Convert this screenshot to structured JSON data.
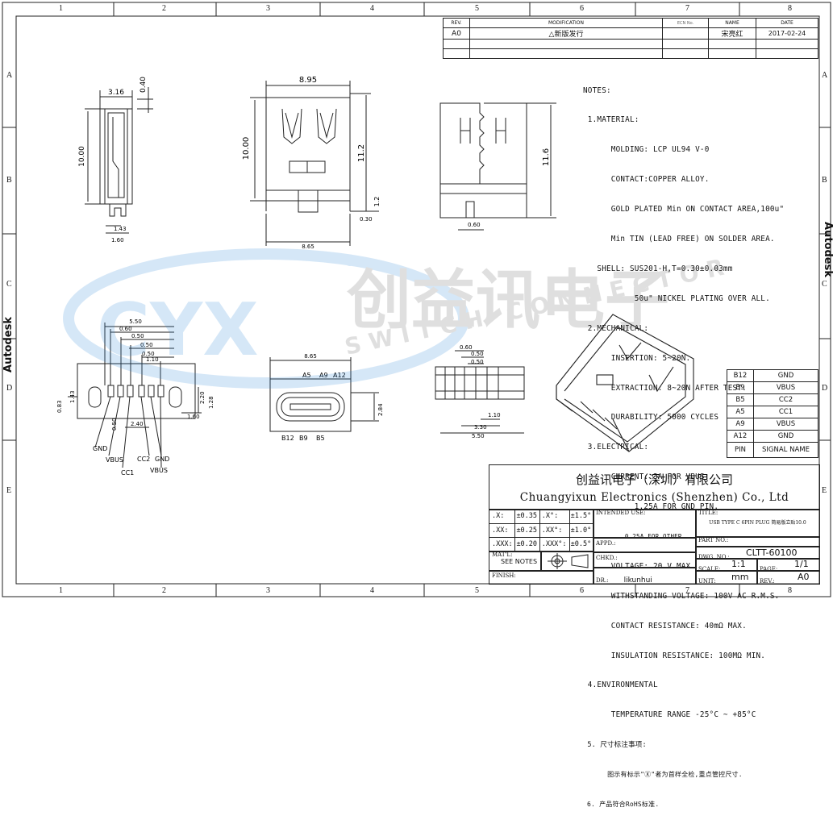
{
  "app": {
    "brand": "Autodesk"
  },
  "zones": {
    "columns": [
      "1",
      "2",
      "3",
      "4",
      "5",
      "6",
      "7",
      "8"
    ],
    "rows": [
      "A",
      "B",
      "C",
      "D",
      "E"
    ]
  },
  "revision": {
    "headers": [
      "REV.",
      "MODIFICATION",
      "ECN No.",
      "NAME",
      "DATE"
    ],
    "row": [
      "A0",
      "△新版发行",
      "",
      "宋亮红",
      "2017-02-24"
    ]
  },
  "notes": [
    "NOTES:",
    " 1.MATERIAL:",
    "      MOLDING: LCP UL94 V-0",
    "      CONTACT:COPPER ALLOY.",
    "      GOLD PLATED Min ON CONTACT AREA,100u\"",
    "      Min TIN (LEAD FREE) ON SOLDER AREA.",
    "   SHELL: SUS201-H,T=0.30±0.03mm",
    "           50u\" NICKEL PLATING OVER ALL.",
    " 2.MECHANICAL:",
    "      INSERTION: 5~20N.",
    "      EXTRACTION: 8~20N AFTER TEST.",
    "      DURABILITY: 5000 CYCLES",
    " 3.ELECTRICAL:",
    "      CURRENT: 3A FOR VBUS;",
    "           1.25A FOR GND PIN.",
    "           0.25A FOR OTHER.",
    "      VOLTAGE: 20 V MAX",
    "      WITHSTANDING VOLTAGE: 100V AC R.M.S.",
    "      CONTACT RESISTANCE: 40mΩ MAX.",
    "      INSULATION RESISTANCE: 100MΩ MIN.",
    " 4.ENVIRONMENTAL",
    "      TEMPERATURE RANGE -25°C ~ +85°C",
    " 5. 尺寸标注事项:",
    "      图示有标示\"Ⓧ\"者为首样全检,重点管控尺寸.",
    " 6. 产品符合RoHS标准."
  ],
  "pin_table": {
    "rows": [
      [
        "B12",
        "GND"
      ],
      [
        "B9",
        "VBUS"
      ],
      [
        "B5",
        "CC2"
      ],
      [
        "A5",
        "CC1"
      ],
      [
        "A9",
        "VBUS"
      ],
      [
        "A12",
        "GND"
      ]
    ],
    "header": [
      "PIN",
      "SIGNAL NAME"
    ]
  },
  "title_block": {
    "company_cn": "创益讯电子（深圳）有限公司",
    "company_en": "Chuangyixun Electronics (Shenzhen) Co., Ltd",
    "tolerances": [
      [
        ".X:",
        "±0.35",
        ".X°:",
        "±1.5°"
      ],
      [
        ".XX:",
        "±0.25",
        ".XX°:",
        "±1.0°"
      ],
      [
        ".XXX:",
        "±0.20",
        ".XXX°:",
        "±0.5°"
      ]
    ],
    "intended_use_label": "INTENDED USE:",
    "title_label": "TITLE:",
    "title_value": "USB TYPE C 6PIN PLUG 简易版立贴10.0",
    "mat_label": "MAT'L:",
    "mat_value": "SEE NOTES",
    "appd_label": "APPD.:",
    "chkd_label": "CHKD.:",
    "dr_label": "DR.:",
    "dr_value": "likunhui",
    "finish_label": "FINISH:",
    "part_no_label": "PART NO.:",
    "dwg_no_label": "DWG. NO.:",
    "dwg_no": "CLTT-60100",
    "scale_label": "SCALE:",
    "scale": "1:1",
    "page_label": "PAGE:",
    "page": "1/1",
    "unit_label": "UNIT:",
    "unit": "mm",
    "rev_label": "REV.:",
    "rev": "A0"
  },
  "dims": {
    "v1_w": "3.16",
    "v1_top": "0.40",
    "v1_h": "10.00",
    "v1_b1": "1.43",
    "v1_b2": "1.60",
    "v2_w": "8.95",
    "v2_h": "10.00",
    "v2_h2": "11.2",
    "v2_s": "1.2",
    "v2_t": "0.30",
    "v2_b": "8.65",
    "v3_h": "11.6",
    "v3_b": "0.60",
    "fp": [
      "5.50",
      "0.60",
      "0.50",
      "0.50",
      "0.50",
      "1.10",
      "0.83",
      "1.43",
      "0.50",
      "2.40",
      "2.20",
      "1.60",
      "1.28"
    ],
    "fp_labels": [
      "GND",
      "VBUS",
      "CC1",
      "CC2",
      "GND",
      "VBUS"
    ],
    "fv_w": "8.65",
    "fv_top": [
      "A5",
      "A9",
      "A12"
    ],
    "fv_bot": [
      "B12",
      "B9",
      "B5"
    ],
    "fv_h": "2.84",
    "sv": [
      "0.60",
      "0.50",
      "0.50",
      "1.10",
      "3.30",
      "5.50"
    ]
  },
  "watermark": {
    "cn": "创益讯电子",
    "en": "SWITCH CONNECTOR",
    "mark": "®"
  }
}
